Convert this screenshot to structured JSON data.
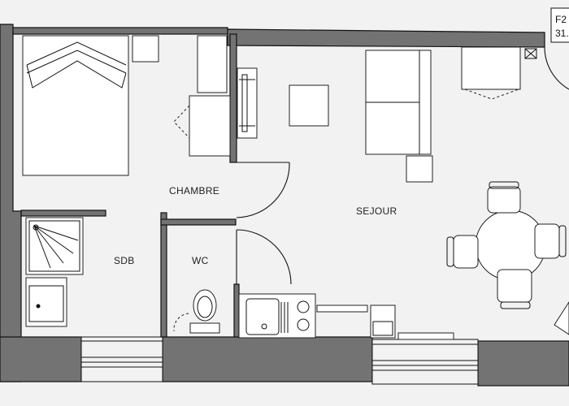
{
  "plan": {
    "corner_label_line1": "F2",
    "corner_label_line2": "31.",
    "rooms": {
      "chambre": "CHAMBRE",
      "sejour": "SEJOUR",
      "sdb": "SDB",
      "wc": "WC"
    }
  },
  "colors": {
    "background": "#f2f2f2",
    "wall": "#737373",
    "furniture": "#ffffff",
    "line": "#111111"
  }
}
